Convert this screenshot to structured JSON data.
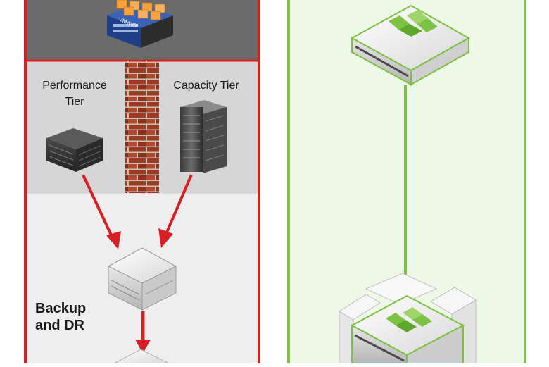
{
  "vmware_label": "VMware",
  "labels": {
    "performance_tier_line1": "Performance",
    "performance_tier_line2": "Tier",
    "capacity_tier": "Capacity Tier",
    "backup_line1": "Backup",
    "backup_line2": "and DR"
  },
  "colors": {
    "legacy_accent": "#d91f26",
    "hyperconverged_accent": "#7dc242",
    "hyperconverged_bg": "#eef8e6",
    "top_band": "#6b6b6b",
    "middle_band": "#d6d6d6",
    "bottom_band": "#eeeeee"
  }
}
